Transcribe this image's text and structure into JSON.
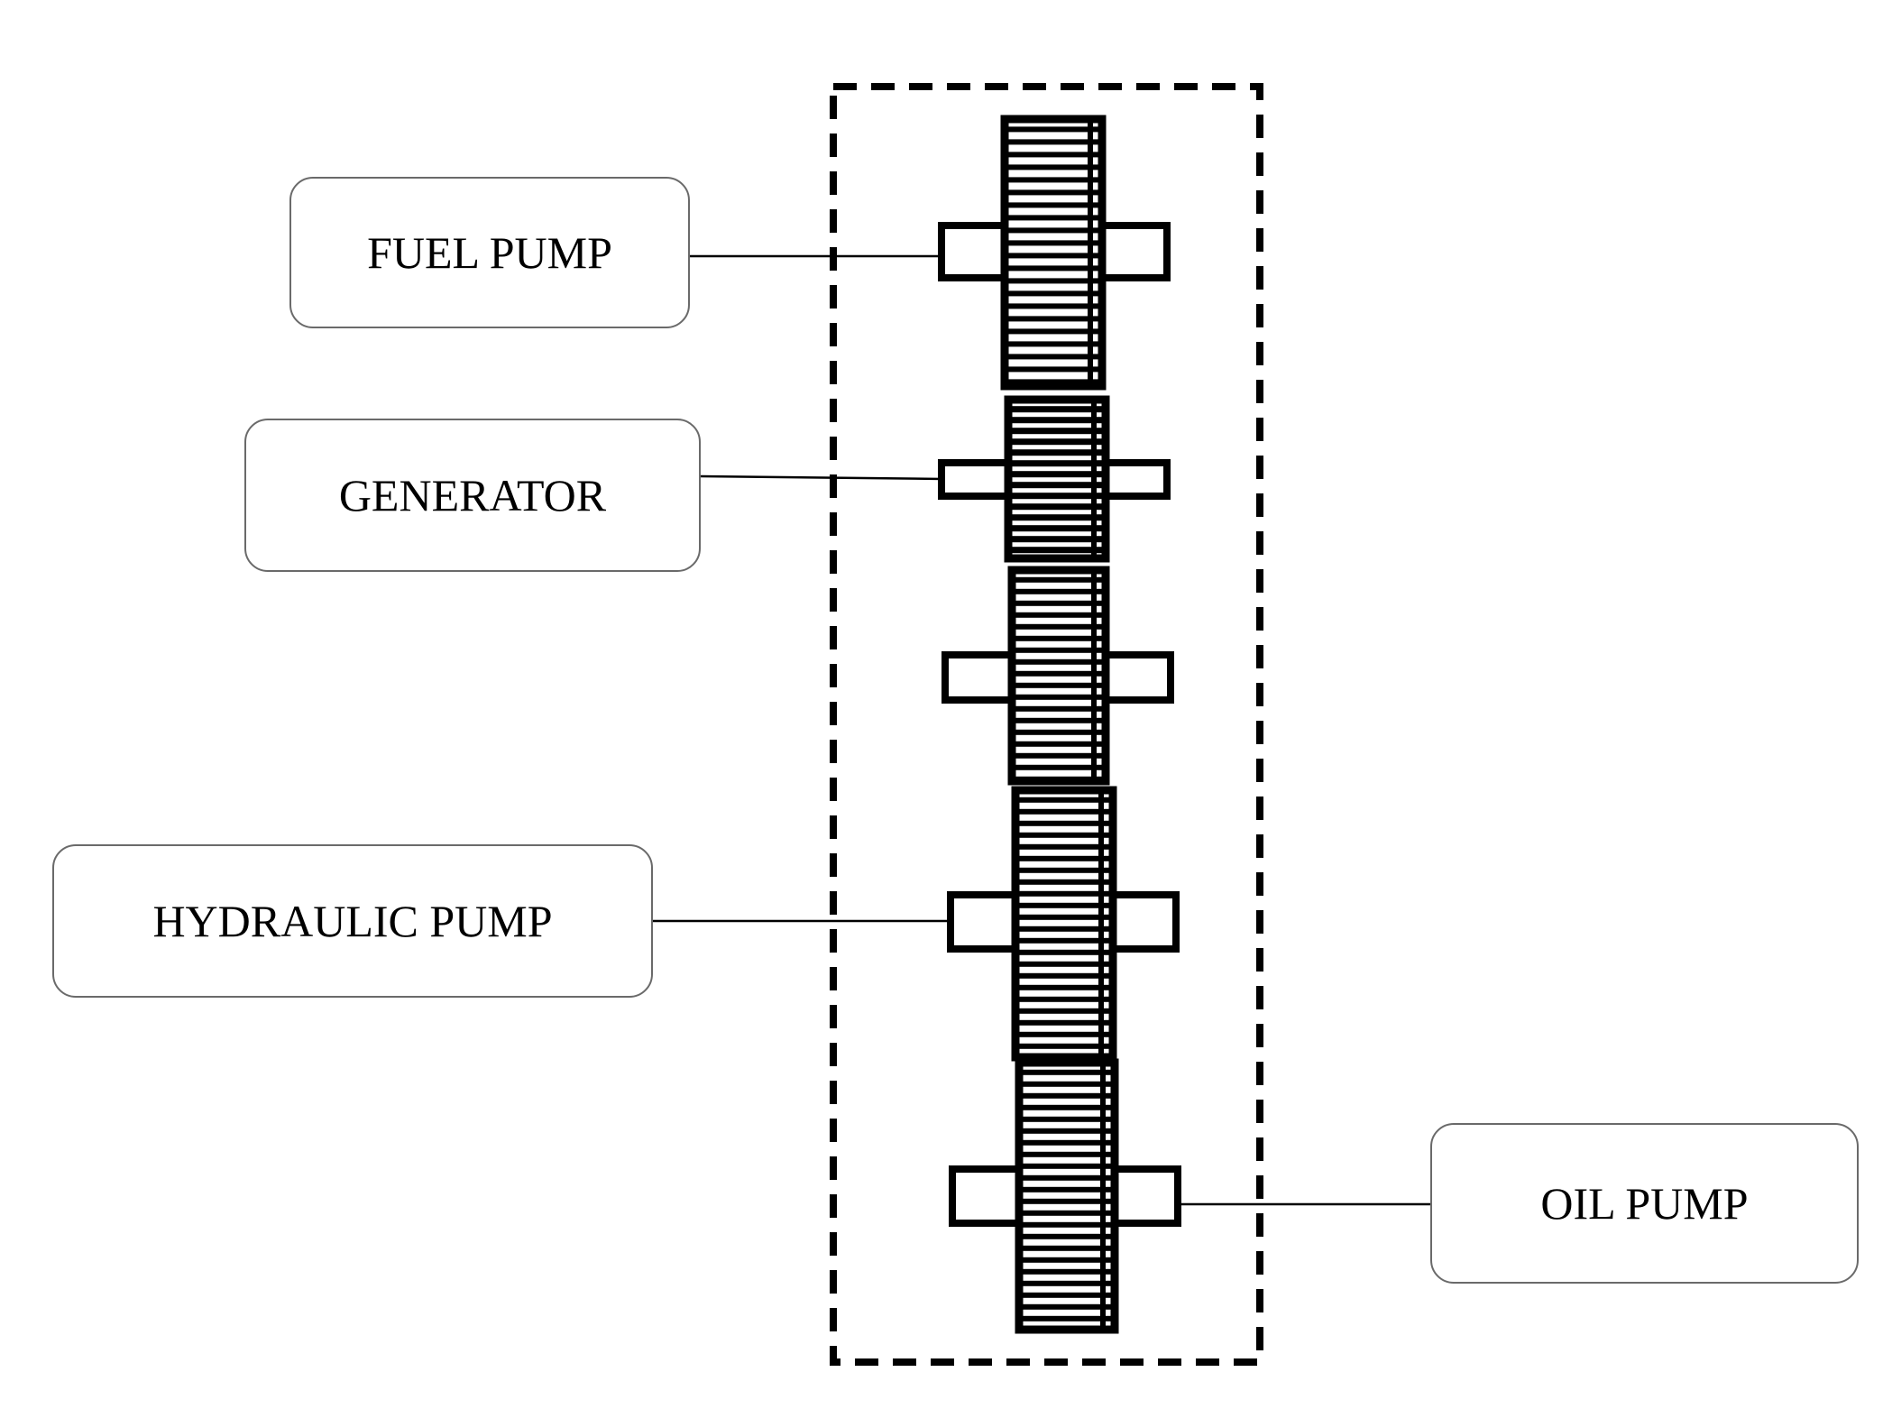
{
  "labels": {
    "fuel_pump": "FUEL PUMP",
    "generator": "GENERATOR",
    "hydraulic_pump": "HYDRAULIC PUMP",
    "oil_pump": "OIL PUMP"
  },
  "colors": {
    "ink": "#000000",
    "box_border": "#6a6a6a",
    "background": "#ffffff"
  }
}
